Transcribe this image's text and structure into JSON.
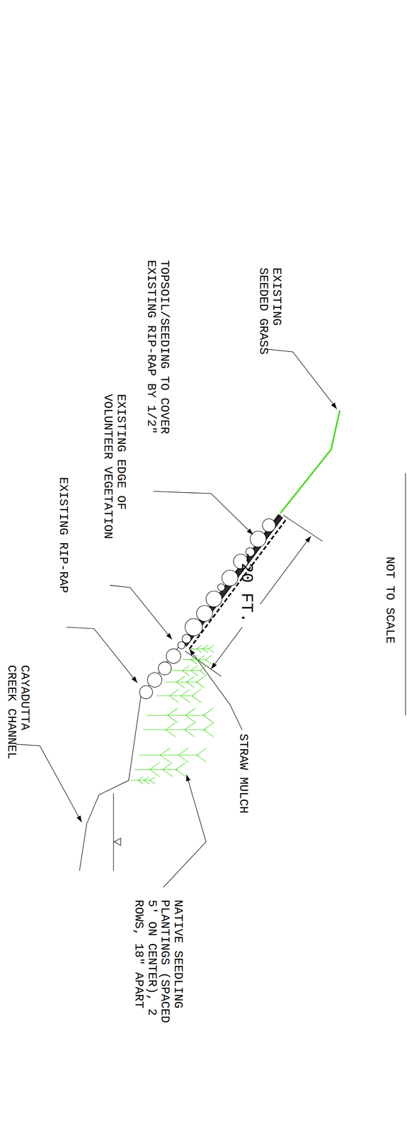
{
  "diagram": {
    "labels": [
      "NOT TO SCALE",
      "EXISTING SEEDED GRASS",
      "TOPSOIL/SEEDING TO COVER EXISTING RIP-RAP BY 1/2\"",
      "~20 FT.",
      "EXISTING EDGE OF VOLUNTEER VEGETATION",
      "STRAW MULCH",
      "EXISTING RIP-RAP",
      "NATIVE SEEDLING PLANTINGS (SPACED 5' ON CENTER), 2 ROWS, 18\" APART",
      "CAYADUTTA CREEK CHANNEL"
    ]
  }
}
